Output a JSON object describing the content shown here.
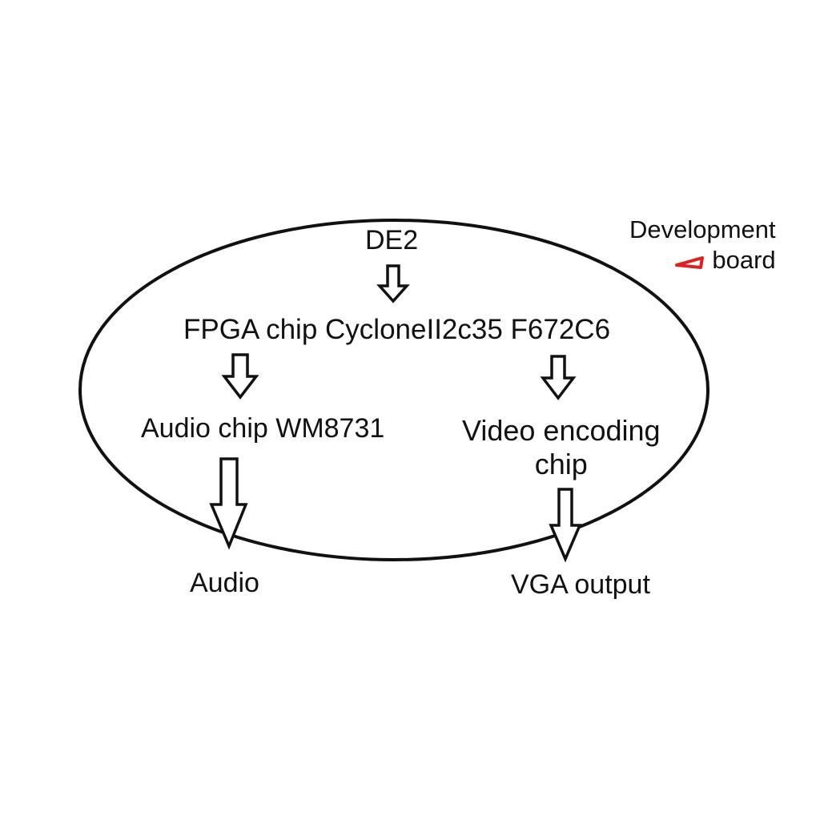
{
  "diagram": {
    "top_label": "DE2",
    "fpga_label": "FPGA  chip CycloneII2c35 F672C6",
    "audio_chip_label": "Audio chip WM8731",
    "video_chip_label_line1": "Video encoding",
    "video_chip_label_line2": "chip",
    "audio_output_label": "Audio",
    "vga_output_label": "VGA output",
    "board_label_line1": "Development",
    "board_label_line2": "board"
  },
  "colors": {
    "stroke": "#111111",
    "pointer_accent": "#e02020",
    "background": "#ffffff"
  }
}
